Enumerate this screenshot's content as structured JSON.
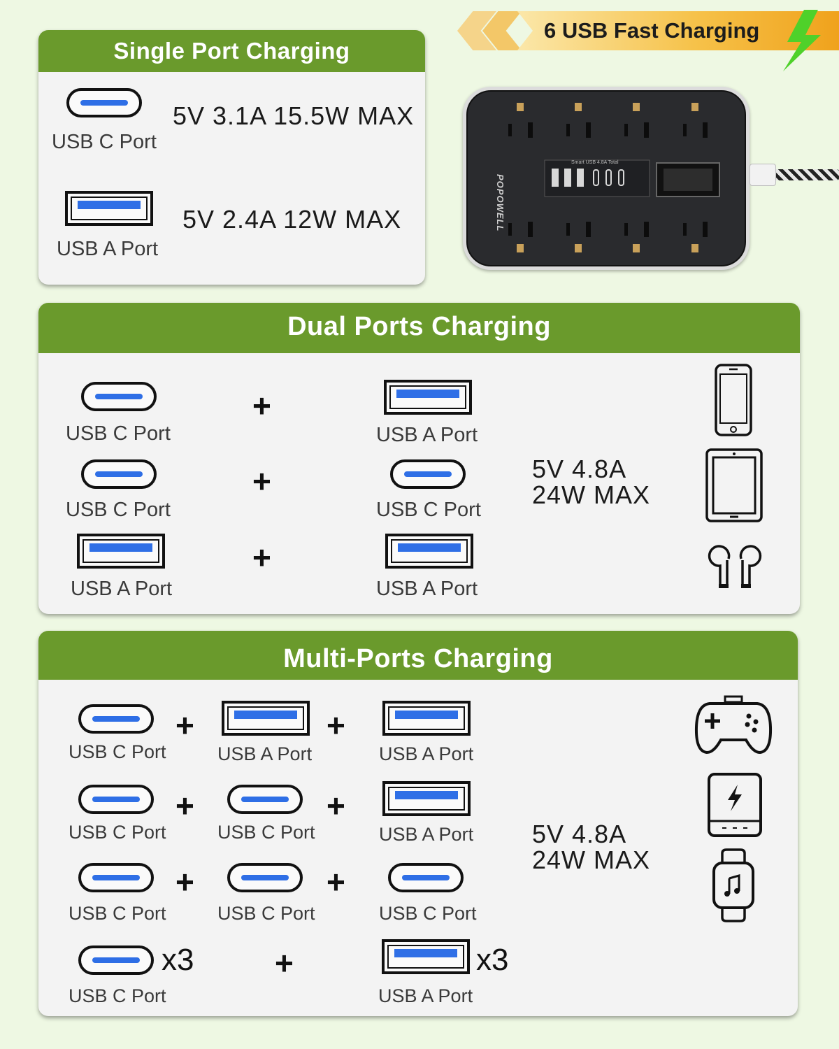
{
  "banner": {
    "text": "6 USB Fast Charging"
  },
  "device": {
    "brand": "POPOWELL",
    "usb_caption": "Smart USB 4.8A Total"
  },
  "single": {
    "title": "Single Port Charging",
    "rows": [
      {
        "port": "USB C Port",
        "spec": "5V  3.1A  15.5W  MAX"
      },
      {
        "port": "USB A Port",
        "spec": "5V  2.4A  12W  MAX"
      }
    ]
  },
  "dual": {
    "title": "Dual Ports Charging",
    "plus": "+",
    "rows": [
      {
        "left": "USB C Port",
        "right": "USB A Port"
      },
      {
        "left": "USB C Port",
        "right": "USB C Port"
      },
      {
        "left": "USB A Port",
        "right": "USB A Port"
      }
    ],
    "spec_line1": "5V  4.8A",
    "spec_line2": "24W  MAX",
    "device_icons": [
      "phone-icon",
      "tablet-icon",
      "earbuds-icon"
    ]
  },
  "multi": {
    "title": "Multi-Ports Charging",
    "plus": "+",
    "rows": [
      {
        "a": "USB C Port",
        "b": "USB A Port",
        "c": "USB A Port"
      },
      {
        "a": "USB C Port",
        "b": "USB C Port",
        "c": "USB A Port"
      },
      {
        "a": "USB C Port",
        "b": "USB C Port",
        "c": "USB C Port"
      }
    ],
    "last_row": {
      "left": "USB C Port",
      "left_mult": "x3",
      "right": "USB A Port",
      "right_mult": "x3"
    },
    "spec_line1": "5V  4.8A",
    "spec_line2": "24W  MAX",
    "device_icons": [
      "gamepad-icon",
      "power-bank-icon",
      "smartwatch-icon"
    ]
  },
  "colors": {
    "header_green": "#6a9a2c",
    "port_blue": "#2f6fe6",
    "banner_orange": "#f6c24a",
    "bolt_green": "#4fd12a"
  }
}
